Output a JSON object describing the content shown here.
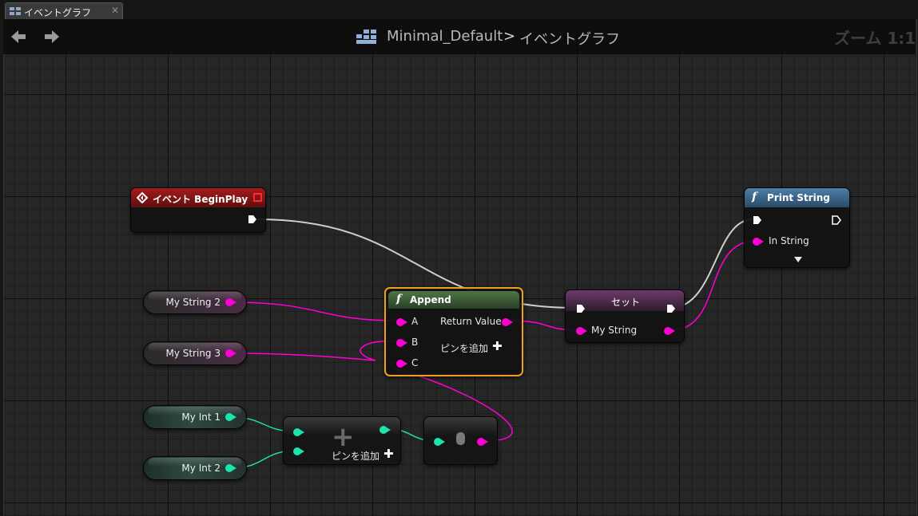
{
  "tab": {
    "label": "イベントグラフ",
    "close": "✕",
    "icon": "graph-icon"
  },
  "header": {
    "back_icon": "arrow-left-icon",
    "forward_icon": "arrow-right-icon",
    "crumb_icon": "blueprint-icon",
    "crumb_root": "Minimal_Default",
    "crumb_separator": ">",
    "crumb_current": "イベントグラフ",
    "zoom": "ズーム 1:1"
  },
  "colors": {
    "string_pin": "#ff00d4",
    "int_pin": "#1fe3ac",
    "exec_pin": "#ffffff",
    "event_title": "#8b1414",
    "function_title_append": "#3e5e38",
    "function_title_print": "#3b6688",
    "set_title": "#78226a",
    "selection_outline": "#f0a020"
  },
  "nodes": {
    "begin_play": {
      "title": "イベント BeginPlay",
      "icon": "event-diamond-icon"
    },
    "print_string": {
      "title": "Print String",
      "icon": "function-icon",
      "in_label": "In String",
      "expand_icon": "expand-arrow-icon"
    },
    "append": {
      "title": "Append",
      "icon": "function-icon",
      "pin_a": "A",
      "pin_b": "B",
      "pin_c": "C",
      "return": "Return Value",
      "add_pin": "ピンを追加"
    },
    "set": {
      "title": "セット",
      "var_label": "My String"
    },
    "my_string_2": {
      "label": "My String 2"
    },
    "my_string_3": {
      "label": "My String 3"
    },
    "my_int_1": {
      "label": "My Int 1"
    },
    "my_int_2": {
      "label": "My Int 2"
    },
    "add_int": {
      "symbol": "+",
      "add_pin": "ピンを追加"
    },
    "to_string": {
      "symbol": "convert-icon"
    }
  }
}
